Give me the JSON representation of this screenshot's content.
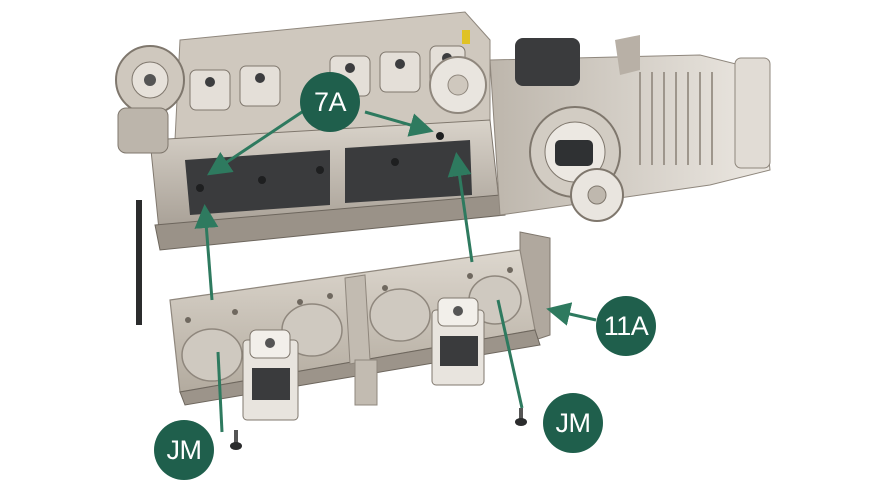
{
  "callouts": {
    "top": "7A",
    "right": "11A",
    "left_bottom": "JM",
    "right_bottom": "JM"
  },
  "colors": {
    "callout_fill": "#1f5f4c",
    "arrow": "#2e7a5f",
    "casting": "#c9c2b8",
    "casting_shadow": "#8f877d",
    "dark_metal": "#2f3133"
  }
}
